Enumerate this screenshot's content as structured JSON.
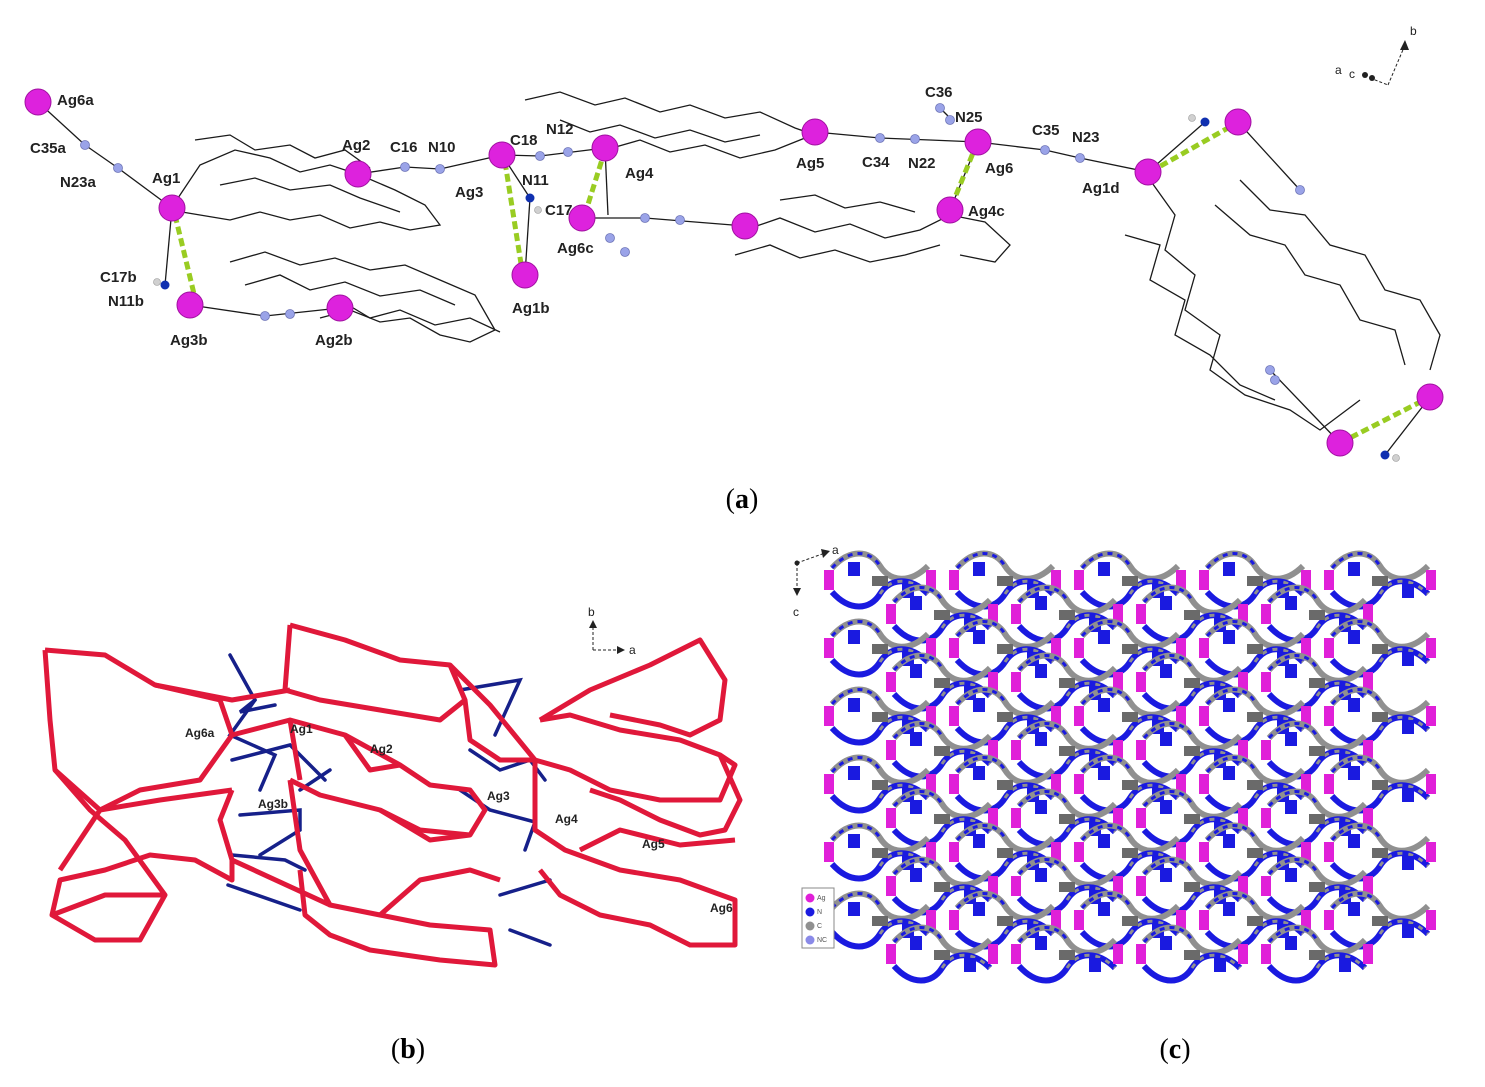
{
  "colors": {
    "silver_atom": "#dd22dd",
    "carbon_nitrogen_atom": "#9aa3e8",
    "nitrogen_atom": "#1030b0",
    "hydrogen_atom": "#d0d0d0",
    "bond": "#1a1a1a",
    "argentophilic_contact": "#99cc22",
    "network_ag_chain": "#e0183a",
    "network_linker": "#16208a",
    "packing_ag": "#e020d8",
    "packing_n": "#1a1ae0",
    "packing_c": "#909090"
  },
  "panel_a": {
    "caption_letter": "a",
    "axis_labels": {
      "a": "a",
      "b": "b",
      "c": "c"
    },
    "atom_labels": {
      "ag6a": "Ag6a",
      "c35a": "C35a",
      "n23a": "N23a",
      "ag1": "Ag1",
      "ag2": "Ag2",
      "c16": "C16",
      "n10": "N10",
      "c18": "C18",
      "n12": "N12",
      "ag3": "Ag3",
      "n11": "N11",
      "c17": "C17",
      "ag4": "Ag4",
      "ag5": "Ag5",
      "c34": "C34",
      "n22": "N22",
      "c36": "C36",
      "n25": "N25",
      "ag6": "Ag6",
      "c35": "C35",
      "n23": "N23",
      "ag1d": "Ag1d",
      "ag4c": "Ag4c",
      "ag6c": "Ag6c",
      "c17b": "C17b",
      "n11b": "N11b",
      "ag3b": "Ag3b",
      "ag2b": "Ag2b",
      "ag1b": "Ag1b"
    }
  },
  "panel_b": {
    "caption_letter": "b",
    "axis_labels": {
      "a": "a",
      "b": "b"
    },
    "atom_labels": {
      "ag6a": "Ag6a",
      "ag1": "Ag1",
      "ag2": "Ag2",
      "ag3b": "Ag3b",
      "ag3": "Ag3",
      "ag4": "Ag4",
      "ag5": "Ag5",
      "ag6": "Ag6"
    }
  },
  "panel_c": {
    "caption_letter": "c",
    "axis_labels": {
      "a": "a",
      "c": "c"
    },
    "legend": [
      "Ag",
      "N",
      "C",
      "NC"
    ]
  }
}
